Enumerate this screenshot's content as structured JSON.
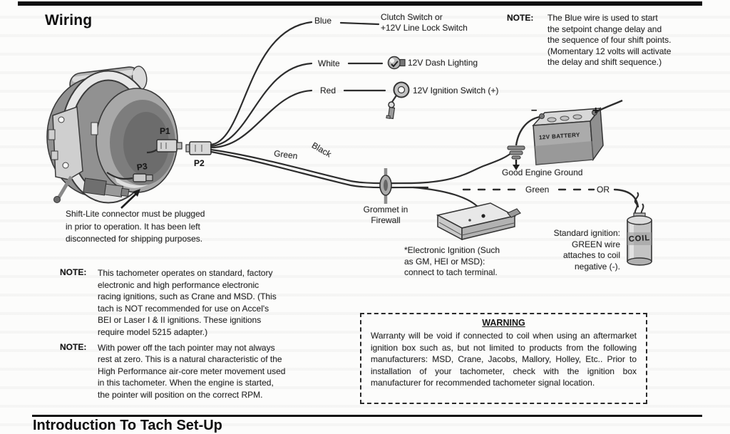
{
  "header": {
    "title": "Wiring"
  },
  "footer": {
    "title": "Introduction To Tach Set-Up"
  },
  "wires": {
    "blue": "Blue",
    "white": "White",
    "red": "Red",
    "green": "Green",
    "black": "Black"
  },
  "connectors": {
    "p1": "P1",
    "p2": "P2",
    "p3": "P3"
  },
  "endpoints": {
    "clutch": "Clutch Switch or\n+12V Line Lock Switch",
    "dash_lighting": "12V Dash Lighting",
    "ignition_switch": "12V Ignition Switch (+)"
  },
  "top_note": {
    "label": "NOTE:",
    "text": "The Blue wire is used to start\nthe setpoint change delay and\nthe sequence of four shift points.\n(Momentary 12 volts will activate\nthe delay and shift sequence.)"
  },
  "battery": {
    "label": "12V BATTERY",
    "minus": "–",
    "plus": "+"
  },
  "ground": {
    "label": "Good Engine Ground"
  },
  "green_or": {
    "green": "Green",
    "or": "OR"
  },
  "grommet": {
    "label": "Grommet in\nFirewall"
  },
  "electronic_ignition": {
    "text": "*Electronic Ignition (Such\nas GM, HEI or MSD):\nconnect to tach terminal."
  },
  "standard_ignition": {
    "text": "Standard ignition:\nGREEN wire\nattaches to coil\nnegative (-)."
  },
  "coil": {
    "label": "COIL"
  },
  "shift_lite": {
    "text": "Shift-Lite connector must be plugged\nin prior to operation. It has been left\ndisconnected for shipping purposes."
  },
  "notes": [
    {
      "label": "NOTE:",
      "text": "This tachometer operates on standard, factory\nelectronic and high performance electronic\nracing ignitions, such as Crane and MSD. (This\ntach is NOT recommended for use on Accel's\nBEI or Laser I & II ignitions. These ignitions\nrequire model 5215 adapter.)"
    },
    {
      "label": "NOTE:",
      "text": "With power off the tach pointer may not always\nrest at zero. This is a natural characteristic of the\nHigh Performance air-core meter movement used\nin this tachometer. When the engine is started,\nthe pointer will position on the correct RPM."
    }
  ],
  "warning": {
    "title": "WARNING",
    "body": "Warranty will be void if connected to coil when using an aftermarket ignition box such as, but not limited to products from the following manufacturers: MSD, Crane, Jacobs, Mallory, Holley, Etc..  Prior to installation of your tachometer, check with the ignition box manufacturer for recommended tachometer signal location."
  }
}
